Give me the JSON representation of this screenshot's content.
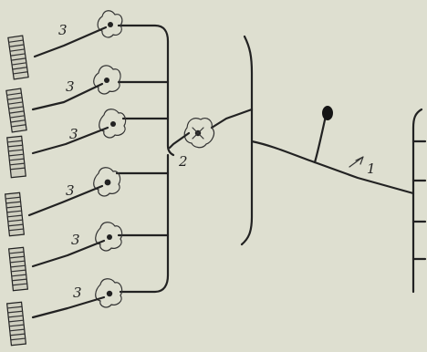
{
  "labels": {
    "level_3": "3",
    "level_2": "2",
    "level_1": "1"
  },
  "colors": {
    "background": "#dedfd0",
    "ink": "#222222"
  }
}
